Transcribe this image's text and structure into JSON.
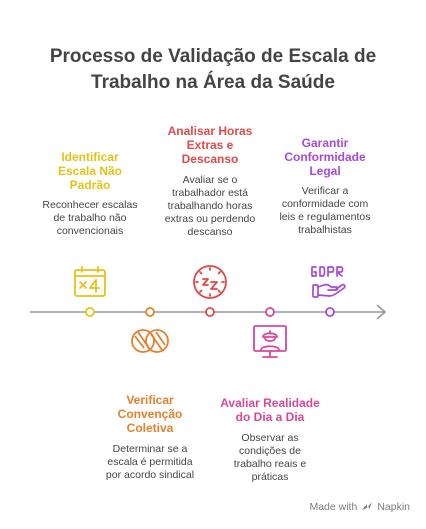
{
  "title": {
    "line1": "Processo de Validação de Escala de",
    "line2": "Trabalho na Área da Saúde"
  },
  "steps": [
    {
      "title": [
        "Identificar",
        "Escala Não",
        "Padrão"
      ],
      "desc": [
        "Reconhecer escalas",
        "de trabalho não",
        "convencionais"
      ],
      "color": "#E6C218",
      "icon": "calendar-plus-four-icon"
    },
    {
      "title": [
        "Verificar",
        "Convenção",
        "Coletiva"
      ],
      "desc": [
        "Determinar se a",
        "escala é permitida",
        "por acordo sindical"
      ],
      "color": "#E0822E",
      "icon": "interlocking-rings-icon"
    },
    {
      "title": [
        "Analisar Horas",
        "Extras e",
        "Descanso"
      ],
      "desc": [
        "Avaliar se o",
        "trabalhador está",
        "trabalhando horas",
        "extras ou perdendo",
        "descanso"
      ],
      "color": "#E04A4A",
      "icon": "sleep-clock-icon"
    },
    {
      "title": [
        "Avaliar Realidade",
        "do Dia a Dia"
      ],
      "desc": [
        "Observar as",
        "condições de",
        "trabalho reais e",
        "práticas"
      ],
      "color": "#D9479B",
      "icon": "worker-monitor-icon"
    },
    {
      "title": [
        "Garantir",
        "Conformidade",
        "Legal"
      ],
      "desc": [
        "Verificar a",
        "conformidade com",
        "leis e regulamentos",
        "trabalhistas"
      ],
      "color": "#A64BD6",
      "icon": "gdpr-hand-icon"
    }
  ],
  "footer": {
    "text": "Made with",
    "brand": "Napkin"
  }
}
